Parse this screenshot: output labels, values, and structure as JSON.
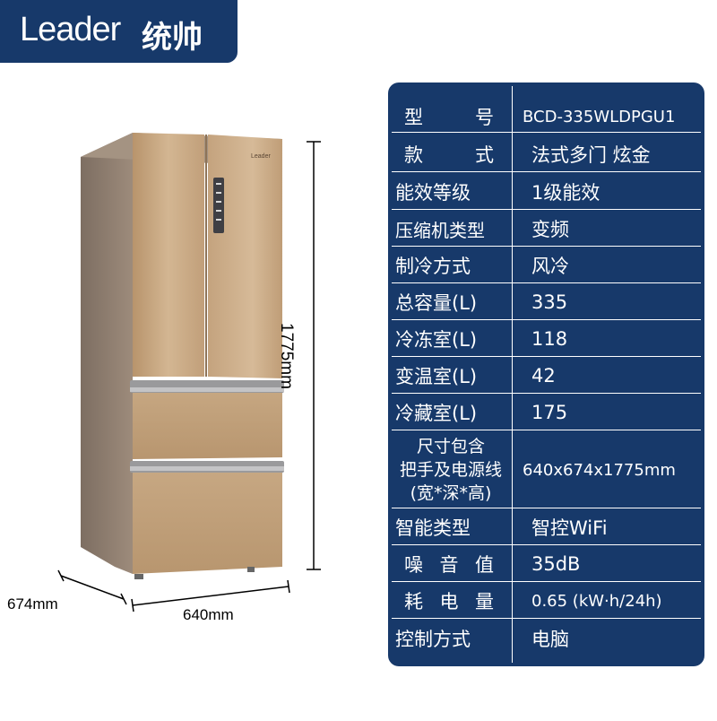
{
  "brand": {
    "name_en": "Leader",
    "name_cn": "统帅"
  },
  "fridge": {
    "brand_mark": "Leader"
  },
  "dimensions": {
    "height": "1775mm",
    "depth": "674mm",
    "width": "640mm"
  },
  "specs": [
    {
      "label": "型号",
      "label_parts": [
        "型",
        "号"
      ],
      "value": "BCD-335WLDPGU1"
    },
    {
      "label": "款式",
      "label_parts": [
        "款",
        "式"
      ],
      "value": "法式多门 炫金"
    },
    {
      "label": "能效等级",
      "value": "1级能效"
    },
    {
      "label": "压缩机类型",
      "value": "变频"
    },
    {
      "label": "制冷方式",
      "value": "风冷"
    },
    {
      "label": "总容量(L)",
      "value": "335"
    },
    {
      "label": "冷冻室(L)",
      "value": "118"
    },
    {
      "label": "变温室(L)",
      "value": "42"
    },
    {
      "label": "冷藏室(L)",
      "value": "175"
    },
    {
      "label_lines": [
        "尺寸包含",
        "把手及电源线",
        "(宽*深*高)"
      ],
      "value": "640x674x1775mm"
    },
    {
      "label": "智能类型",
      "value": "智控WiFi"
    },
    {
      "label": "噪音值",
      "label_parts": [
        "噪",
        "音",
        "值"
      ],
      "value": "35dB"
    },
    {
      "label": "耗电量",
      "label_parts": [
        "耗",
        "电",
        "量"
      ],
      "value": "0.65 (kW·h/24h)"
    },
    {
      "label": "控制方式",
      "value": "电脑"
    }
  ],
  "colors": {
    "panel": "#17396a",
    "fridge_gold": "#c5a582",
    "fridge_side": "#8c7c6d"
  }
}
